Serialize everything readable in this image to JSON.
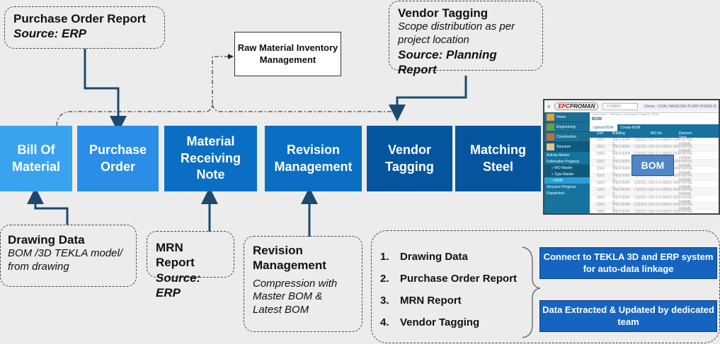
{
  "top_notes": {
    "purchase_order_report": {
      "title": "Purchase Order Report",
      "source": "Source: ERP"
    },
    "raw_material": {
      "label": "Raw Material Inventory Management"
    },
    "vendor_tagging": {
      "title": "Vendor Tagging",
      "desc": "Scope distribution as per project location",
      "source": "Source: Planning Report"
    }
  },
  "steps": [
    {
      "label": "Bill Of Material",
      "color": "#3aa3f0"
    },
    {
      "label": "Purchase Order",
      "color": "#2a8de6"
    },
    {
      "label": "Material Receiving Note",
      "color": "#0a6fc2"
    },
    {
      "label": "Revision Management",
      "color": "#0a6fc2"
    },
    {
      "label": "Vendor Tagging",
      "color": "#06559f"
    },
    {
      "label": "Matching Steel",
      "color": "#06559f"
    }
  ],
  "bottom_notes": {
    "drawing_data": {
      "title": "Drawing Data",
      "desc": "BOM /3D TEKLA model/ from drawing"
    },
    "mrn_report": {
      "title": "MRN Report",
      "source": "Source: ERP"
    },
    "revision": {
      "title": "Revision Management",
      "desc": "Compression with Master BOM & Latest BOM"
    }
  },
  "inputs_list": [
    {
      "num": "1.",
      "label": "Drawing Data"
    },
    {
      "num": "2.",
      "label": "Purchase Order Report"
    },
    {
      "num": "3.",
      "label": "MRN Report"
    },
    {
      "num": "4.",
      "label": "Vendor Tagging"
    }
  ],
  "outcomes": [
    "Connect to TEKLA 3D and ERP system for auto-data linkage",
    "Data Extracted & Updated by dedicated team"
  ],
  "app_screenshot": {
    "logo_a": "EPC",
    "logo_b": "PROMAN",
    "collapse": "«",
    "project_select": "1C00820",
    "owner": "Owner : COAL HANDLING PLANT PHASE-III",
    "sidebar": [
      "Home",
      "Engineering",
      "Construction",
      "Structure"
    ],
    "sub_items": [
      "Activity Master",
      "Fabrication Progress"
    ],
    "sub2_items": [
      "» WO Master",
      "» Type Master",
      "» BOM"
    ],
    "tail_items": [
      "Structure Progress",
      "Dispatched"
    ],
    "breadcrumb": "Construction / Structure / Fabrication Progress / BOM",
    "page_title": "BOM",
    "tabs": [
      "Upload BOM",
      "Create BOM"
    ],
    "columns": [
      "",
      "Unit",
      "Building",
      "WO No",
      "Element Type"
    ],
    "rows": [
      [
        "6302",
        "WESTERN S.",
        "CQ0321-100-S-0-06302-100",
        "PORTAL FRAME"
      ],
      [
        "6302",
        "WESTERN S.",
        "CQ0321-100-S-0-06302-100",
        "PORTAL FRAME"
      ],
      [
        "6302",
        "WESTERN S.",
        "CQ0321-100-S-0-06302-100",
        "PORTAL FRAME"
      ],
      [
        "6302",
        "WESTERN S.",
        "CQ0321-100-S-0-06302-100",
        "PORTAL FRAME"
      ],
      [
        "6302",
        "WESTERN S.",
        "CQ0321-100-S-0-06302-100",
        "PORTAL FRAME"
      ],
      [
        "6302",
        "WESTERN S.",
        "CQ0321-100-S-0-06302-100",
        "PORTAL FRAME"
      ],
      [
        "6302",
        "WESTERN S.",
        "CQ0321-100-S-0-06302-100",
        "PORTAL FRAME"
      ],
      [
        "6302",
        "WESTERN S.",
        "CQ0321-100-S-0-06302-100",
        "PORTAL FRAME"
      ],
      [
        "6302",
        "WESTERN S.",
        "CQ0321-100-S-0-06302-100",
        "PORTAL FRAME"
      ],
      [
        "6302",
        "WESTERN S.",
        "CQ0321-100-S-0-06302-100",
        "PORTAL FRAME"
      ],
      [
        "6302",
        "WESTERN S.",
        "CQ0321-100-S-0-06302-100",
        "PORTAL FRAME"
      ],
      [
        "6302",
        "WESTERN S.",
        "CQ0321-100-S-0-06302-100",
        "PORTAL FRAME"
      ]
    ],
    "overlay_label": "BOM"
  }
}
